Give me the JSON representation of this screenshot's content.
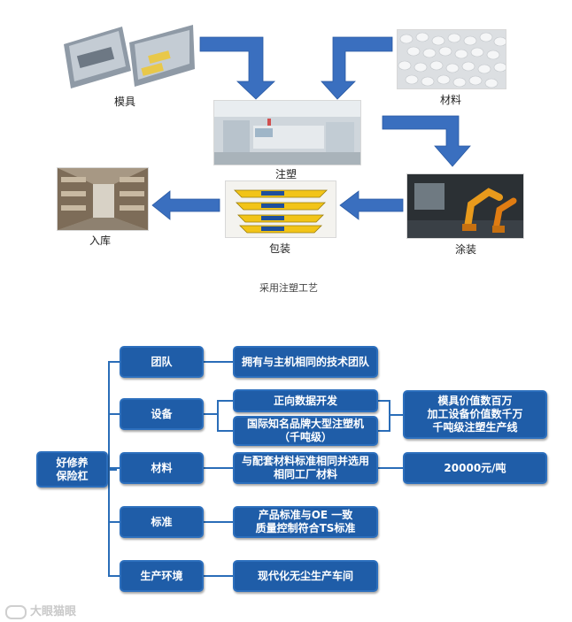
{
  "process": {
    "mold_label": "模具",
    "material_label": "材料",
    "injection_label": "注塑",
    "coating_label": "涂装",
    "packaging_label": "包装",
    "storage_label": "入库",
    "caption": "采用注塑工艺"
  },
  "tree": {
    "root": "好修养\n保险杠",
    "categories": [
      {
        "label": "团队"
      },
      {
        "label": "设备"
      },
      {
        "label": "材料"
      },
      {
        "label": "标准"
      },
      {
        "label": "生产环境"
      }
    ],
    "details": {
      "team": "拥有与主机相同的技术团队",
      "equipment_1": "正向数据开发",
      "equipment_2": "国际知名品牌大型注塑机\n（千吨级）",
      "materials": "与配套材料标准相同并选用\n相同工厂材料",
      "standard": "产品标准与OE 一致\n质量控制符合TS标准",
      "environment": "现代化无尘生产车间"
    },
    "results": {
      "equipment_value": "模具价值数百万\n加工设备价值数千万\n千吨级注塑生产线",
      "material_price": "20000元/吨"
    }
  },
  "watermark": "大眼猫眼",
  "colors": {
    "box_fill": "#1f5da8",
    "arrow": "#3a6fbf",
    "line": "#2a6db8"
  }
}
